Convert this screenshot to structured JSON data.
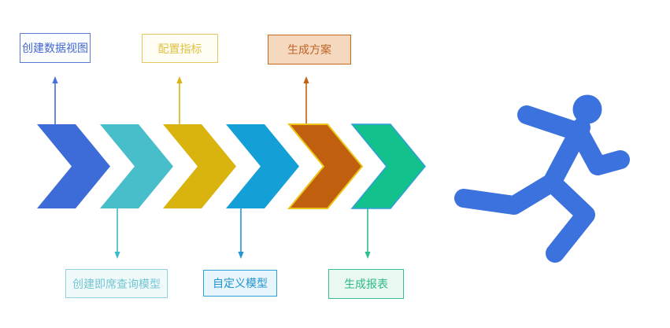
{
  "diagram": {
    "background_color": "#ffffff",
    "type": "process-flow-chevrons",
    "steps_top": [
      {
        "text": "创建数据视图",
        "text_color": "#4267d0",
        "border_color": "#5a7ad8",
        "bg_color": "#fcfdff",
        "arrow_color": "#4470d8",
        "connects_chevron": 1
      },
      {
        "text": "配置指标",
        "text_color": "#e0c243",
        "border_color": "#e6c95e",
        "bg_color": "#fffdf4",
        "arrow_color": "#d9b30e",
        "connects_chevron": 3
      },
      {
        "text": "生成方案",
        "text_color": "#bd6426",
        "border_color": "#c16a1e",
        "bg_color": "#f5d9bf",
        "arrow_color": "#c2610f",
        "connects_chevron": 5
      }
    ],
    "steps_bottom": [
      {
        "text": "创建即席查询模型",
        "text_color": "#72c6d2",
        "border_color": "#8ed2db",
        "bg_color": "#f1fafb",
        "arrow_color": "#3eb9c8",
        "connects_chevron": 2
      },
      {
        "text": "自定义模型",
        "text_color": "#2093d0",
        "border_color": "#2f9fd8",
        "bg_color": "#e9f5fc",
        "arrow_color": "#2196d3",
        "connects_chevron": 4
      },
      {
        "text": "生成报表",
        "text_color": "#2cba88",
        "border_color": "#36c192",
        "bg_color": "#e9f8f1",
        "arrow_color": "#2fbf8e",
        "connects_chevron": 6
      }
    ],
    "chevrons": [
      {
        "index": 1,
        "color": "#3d6cd8"
      },
      {
        "index": 2,
        "color": "#47bec9"
      },
      {
        "index": 3,
        "color": "#d9b30e"
      },
      {
        "index": 4,
        "color": "#149fd6"
      },
      {
        "index": 5,
        "color": "#c0600f",
        "stroke_color": "#ecc51d"
      },
      {
        "index": 6,
        "color": "#12c18b",
        "stroke_color": "#2e9fd8"
      }
    ],
    "runner_icon": {
      "name": "running-person-icon",
      "color": "#3b72de"
    }
  }
}
